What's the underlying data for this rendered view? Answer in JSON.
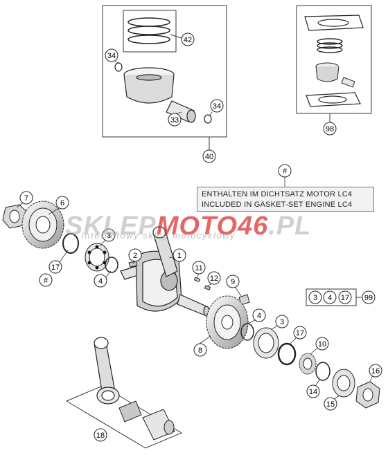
{
  "note": {
    "line1": "ENTHALTEN IM DICHTSATZ MOTOR LC4",
    "line2": "INCLUDED IN GASKET-SET ENGINE LC4",
    "marker": "#"
  },
  "watermark": {
    "brand_a": "SKLEP",
    "brand_b": "MOTO46",
    "tld": ".PL",
    "tagline": "internetowy sklep motocyklowy"
  },
  "callouts": {
    "c42": "42",
    "c34a": "34",
    "c34b": "34",
    "c33": "33",
    "c40": "40",
    "c98": "98",
    "c7": "7",
    "c6": "6",
    "c3a": "3",
    "c17a": "17",
    "ca": "#",
    "c4a": "4",
    "c2": "2",
    "c1": "1",
    "c11": "11",
    "c12": "12",
    "c9": "9",
    "c4b": "4",
    "c3b": "3",
    "c8": "8",
    "c17b": "17",
    "c10": "10",
    "c14": "14",
    "c15": "15",
    "c16": "16",
    "c18": "18",
    "c99": "99",
    "kit3": "3",
    "kit4": "4",
    "kit17": "17"
  }
}
